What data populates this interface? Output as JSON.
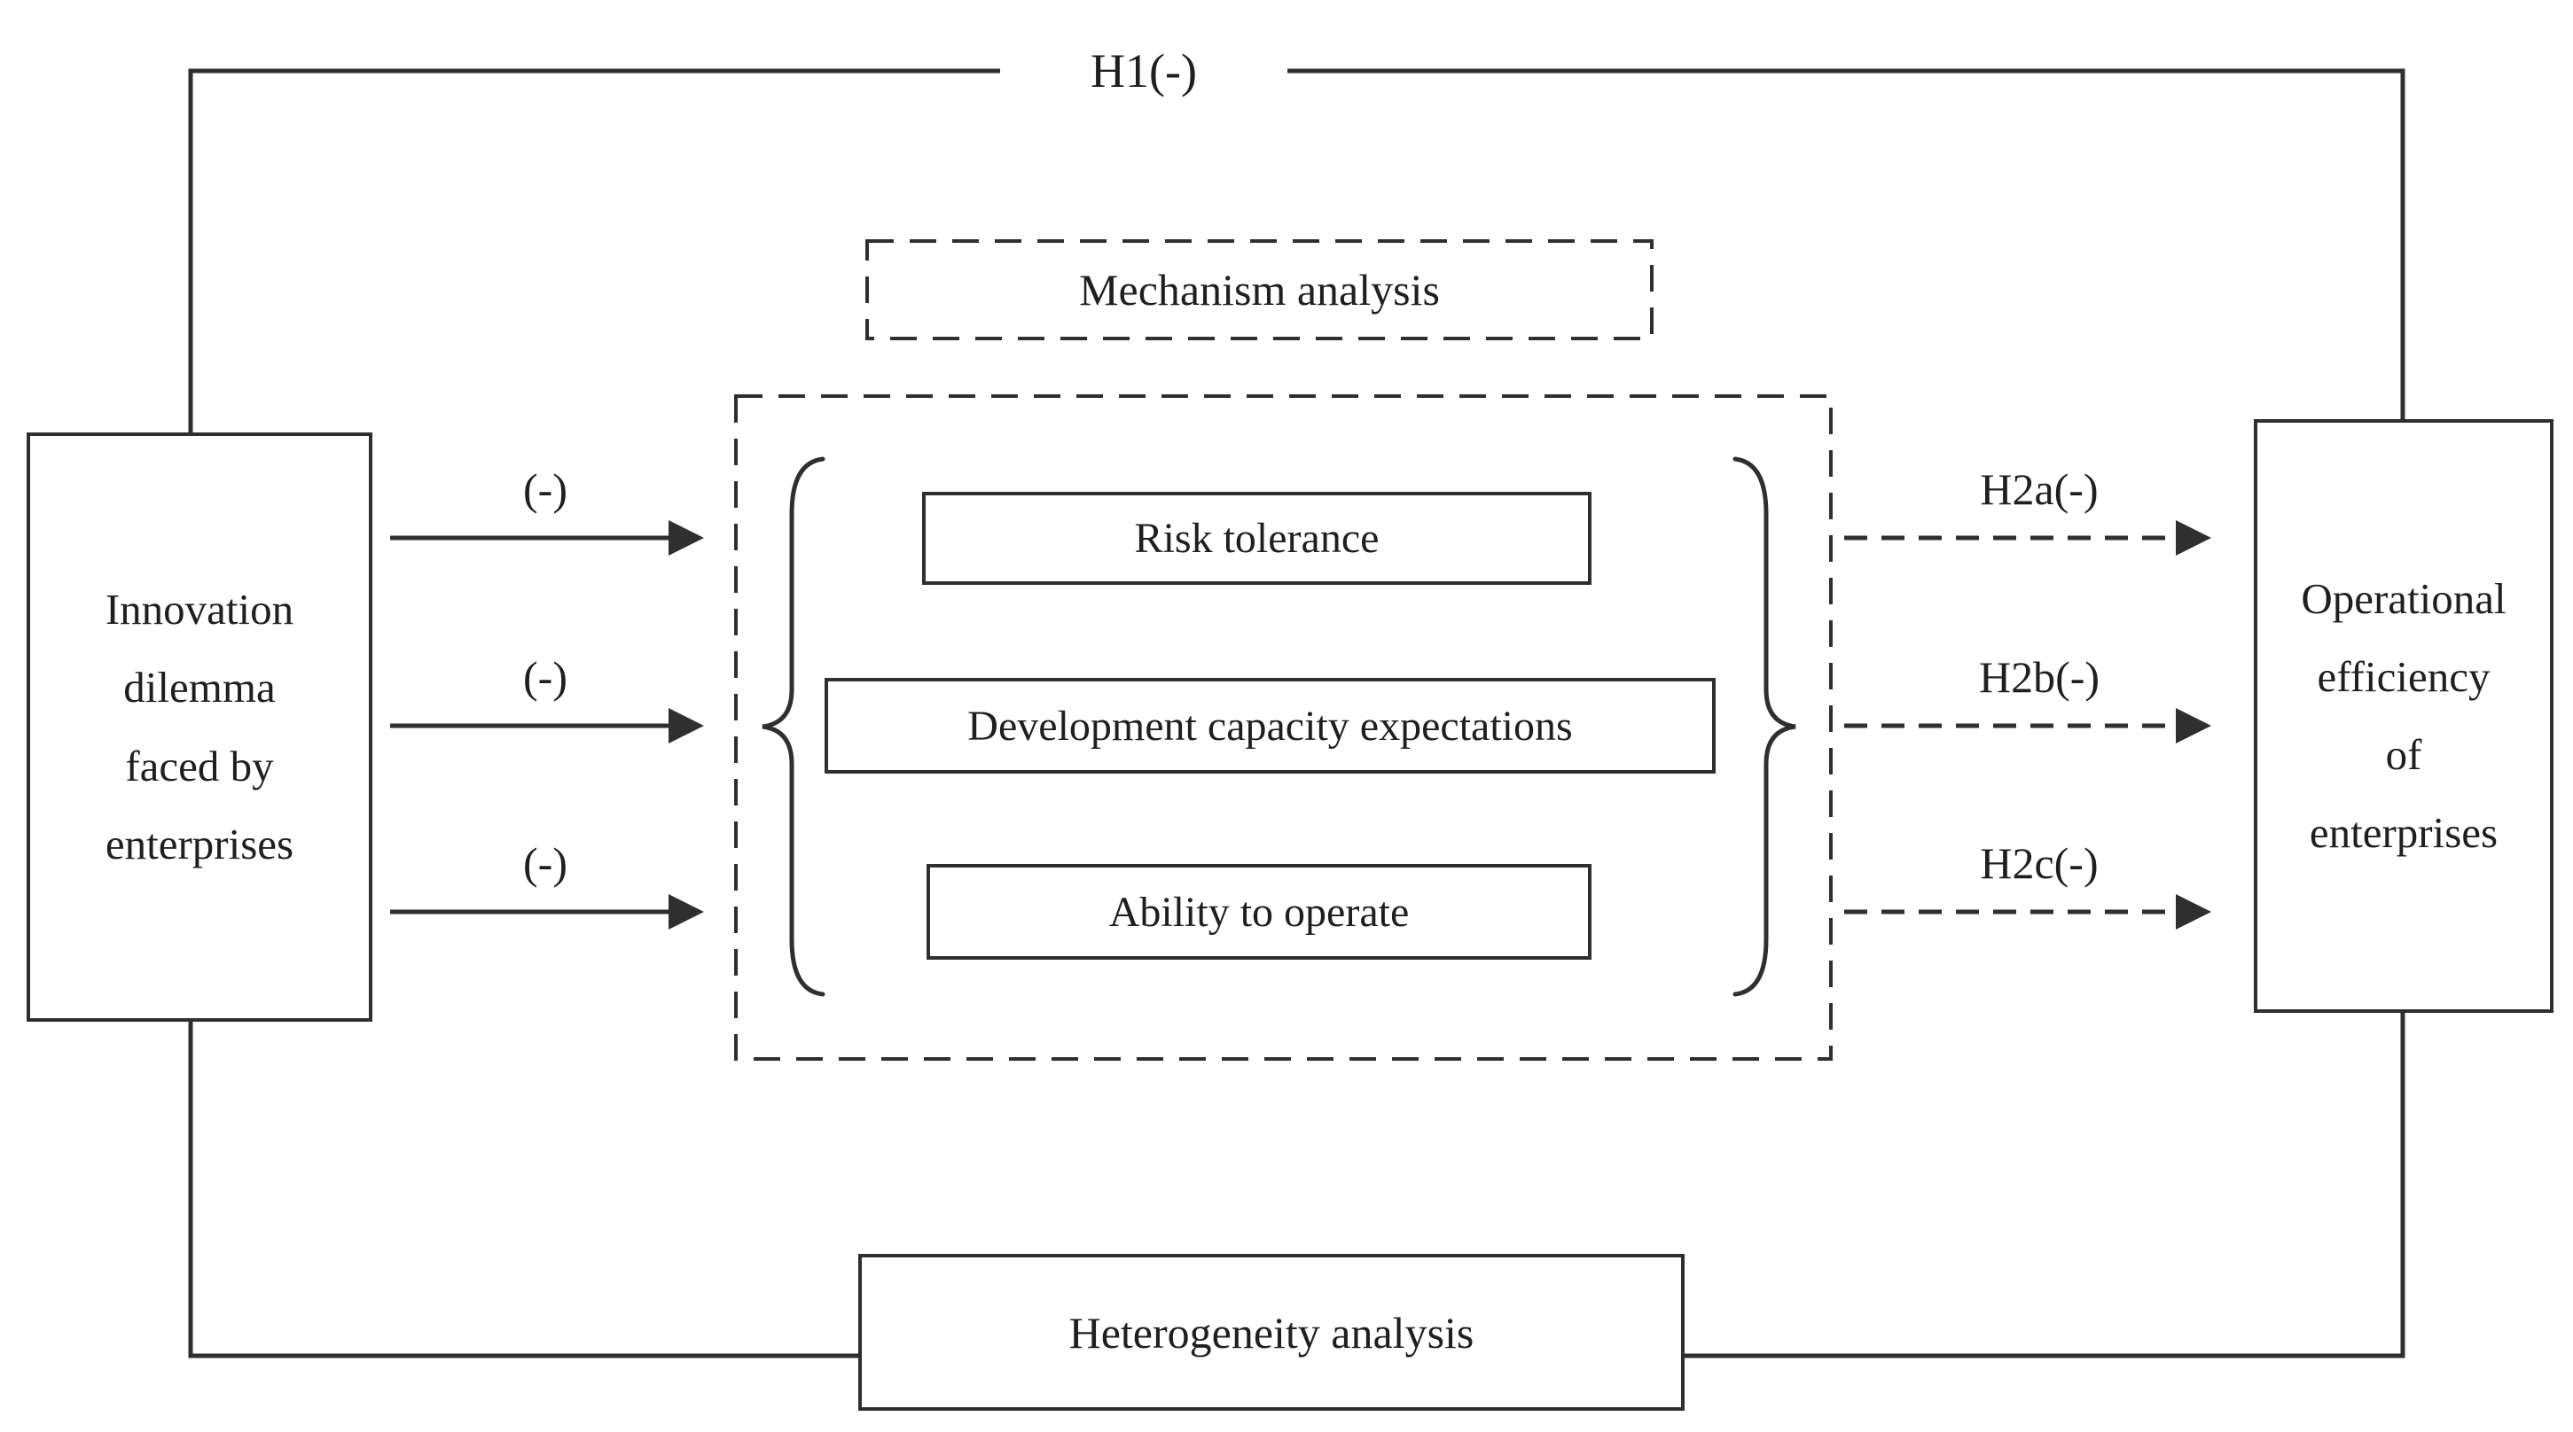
{
  "diagram": {
    "nodes": {
      "left": "Innovation\ndilemma\nfaced by\nenterprises",
      "right": "Operational\nefficiency\nof\nenterprises",
      "mechanism": "Mechanism analysis",
      "heterogeneity": "Heterogeneity analysis",
      "mediators": [
        "Risk tolerance",
        "Development capacity expectations",
        "Ability to operate"
      ]
    },
    "labels": {
      "h1": "H1(-)",
      "left_arrows": [
        "(-)",
        "(-)",
        "(-)"
      ],
      "right_arrows": [
        "H2a(-)",
        "H2b(-)",
        "H2c(-)"
      ]
    },
    "colors": {
      "line": "#2f2f2f",
      "text": "#1f1f1f",
      "background": "#ffffff"
    }
  }
}
